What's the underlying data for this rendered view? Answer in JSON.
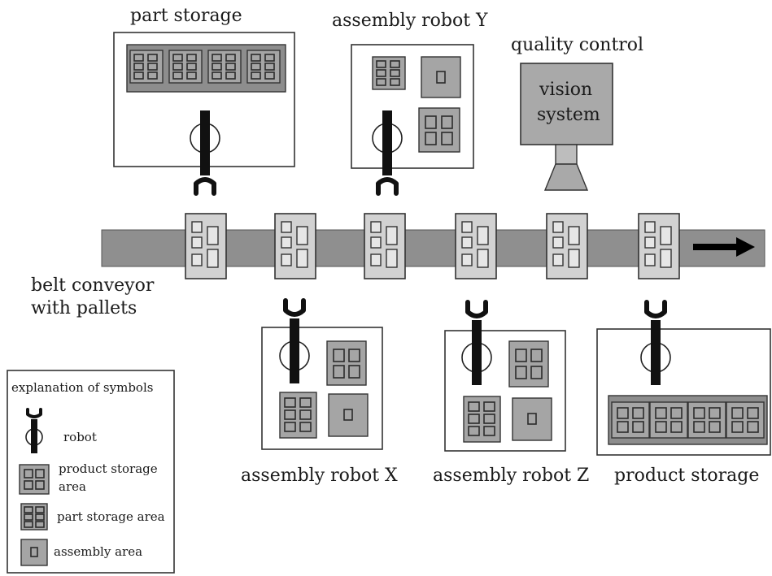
{
  "labels": {
    "part_storage": "part storage",
    "assembly_robot_y": "assembly robot Y",
    "quality_control": "quality control",
    "vision_line1": "vision",
    "vision_line2": "system",
    "belt_line1": "belt conveyor",
    "belt_line2": "with pallets",
    "assembly_robot_x": "assembly robot X",
    "assembly_robot_z": "assembly robot Z",
    "product_storage": "product storage"
  },
  "legend": {
    "title": "explanation of symbols",
    "robot": "robot",
    "product_storage_line1": "product storage",
    "product_storage_line2": "area",
    "part_storage": "part storage area",
    "assembly": "assembly area"
  },
  "icons": {
    "robot": "robot-icon",
    "conveyor_direction": "right-arrow-icon"
  },
  "colors": {
    "belt": "#8f8f8f",
    "robot": "#111111",
    "part_cell": "#a5a5a5",
    "product_cell": "#c9c9c9"
  }
}
